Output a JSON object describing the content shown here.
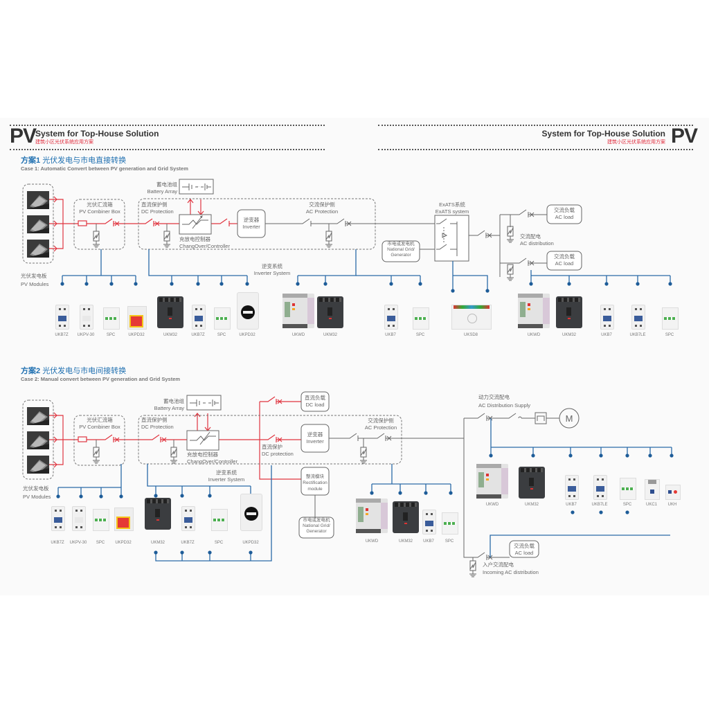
{
  "header": {
    "left": {
      "logo": "PV",
      "title": "System for Top-House Solution",
      "subtitle": "建筑小区光伏系统应用方案"
    },
    "right": {
      "logo": "PV",
      "title": "System for Top-House Solution",
      "subtitle": "建筑小区光伏系统应用方案"
    }
  },
  "case1": {
    "prefix": "方案1",
    "title_cn": "光伏发电与市电直接转换",
    "title_en": "Case 1: Automatic Convert between PV generation and Grid System",
    "labels": {
      "pv_modules_cn": "光伏发电板",
      "pv_modules_en": "PV Modules",
      "combiner_cn": "光伏汇流箱",
      "combiner_en": "PV Combiner Box",
      "battery_cn": "蓄电池组",
      "battery_en": "Battery Array",
      "dc_prot_cn": "直流保护侧",
      "dc_prot_en": "DC Protection",
      "controller_cn": "充放电控制器",
      "controller_en": "ChangOver/Controller",
      "inverter_cn": "逆变器",
      "inverter_en": "Inverter",
      "ac_prot_cn": "交流保护侧",
      "ac_prot_en": "AC Protection",
      "inv_sys_cn": "逆变系统",
      "inv_sys_en": "Inverter System",
      "exats_cn": "ExATS系统",
      "exats_en": "ExATS system",
      "grid_cn": "市电或发电机",
      "grid_en1": "National Grid/",
      "grid_en2": "Generator",
      "ac_dist_cn": "交流配电",
      "ac_dist_en": "AC distribution",
      "ac_load1_cn": "交流负载",
      "ac_load1_en": "AC load",
      "ac_load2_cn": "交流负载",
      "ac_load2_en": "AC load"
    },
    "products": [
      "UKB7Z",
      "UKPV-30",
      "SPC",
      "UKPD32",
      "UKM32",
      "UKB7Z",
      "SPC",
      "UKPD32",
      "UKWD",
      "UKM32",
      "UKB7",
      "SPC",
      "UKSD8",
      "UKWD",
      "UKM32",
      "UKB7",
      "UKB7LE",
      "SPC"
    ]
  },
  "case2": {
    "prefix": "方案2",
    "title_cn": "光伏发电与市电间接转换",
    "title_en": "Case 2: Manual convert between PV generation and Grid System",
    "labels": {
      "pv_modules_cn": "光伏发电板",
      "pv_modules_en": "PV Modules",
      "combiner_cn": "光伏汇流箱",
      "combiner_en": "PV Combiner Box",
      "battery_cn": "蓄电池组",
      "battery_en": "Battery Array",
      "dc_prot_cn": "直流保护侧",
      "dc_prot_en": "DC Protection",
      "controller_cn": "充放电控制器",
      "controller_en": "ChangOver/Controller",
      "inv_sys_cn": "逆变系统",
      "inv_sys_en": "Inverter System",
      "dc_load_cn": "直流负载",
      "dc_load_en": "DC load",
      "inverter_cn": "逆变器",
      "inverter_en": "Inverter",
      "dc_protection_cn": "直流保护",
      "dc_protection_en": "DC protection",
      "ac_prot_cn": "交流保护侧",
      "ac_prot_en": "AC Protection",
      "rect_cn": "整流模块",
      "rect_en1": "Rectification",
      "rect_en2": "module",
      "grid_cn": "市电或发电机",
      "grid_en1": "National Grid/",
      "grid_en2": "Generator",
      "ac_supply_cn": "动力交流配电",
      "ac_supply_en": "AC Distribution Supply",
      "motor": "M",
      "ac_load_cn": "交流负载",
      "ac_load_en": "AC load",
      "incoming_cn": "入户交流配电",
      "incoming_en": "Incoming AC distribution"
    },
    "products": [
      "UKB7Z",
      "UKPV-30",
      "SPC",
      "UKPD32",
      "UKM32",
      "UKB7Z",
      "SPC",
      "UKPD32",
      "UKWD",
      "UKM32",
      "UKB7",
      "SPC",
      "UKWD",
      "UKM32",
      "UKB7",
      "UKB7LE",
      "SPC",
      "UKC1",
      "UKH"
    ]
  },
  "colors": {
    "dc_line": "#e0343f",
    "bus_line": "#2a6aa8",
    "ac_line": "#777777",
    "accent_blue": "#1e6fb0",
    "accent_red": "#e02a3b"
  }
}
